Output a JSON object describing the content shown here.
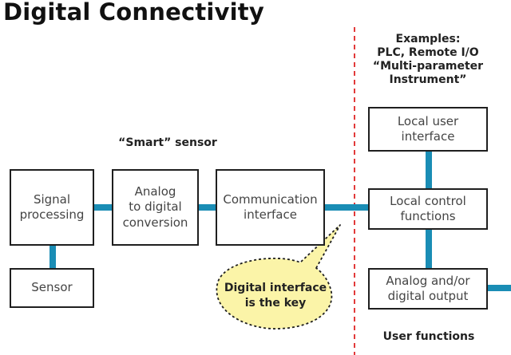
{
  "title": "Digital Connectivity",
  "smart_sensor_label": "“Smart” sensor",
  "examples_label": "Examples:\nPLC, Remote I/O\n“Multi-parameter\nInstrument”",
  "user_functions_label": "User functions",
  "callout_text": "Digital interface\nis the key",
  "boxes": {
    "signal_processing": "Signal\nprocessing",
    "analog_to_digital": "Analog\nto digital\nconversion",
    "communication_interface": "Communication\ninterface",
    "sensor": "Sensor",
    "local_user_interface": "Local user\ninterface",
    "local_control_functions": "Local control\nfunctions",
    "analog_digital_output": "Analog and/or\ndigital output"
  },
  "colors": {
    "connector": "#1a8db5",
    "divider": "#e23a3a",
    "callout_fill": "#fbf4a8",
    "box_border": "#1f1f1f"
  }
}
